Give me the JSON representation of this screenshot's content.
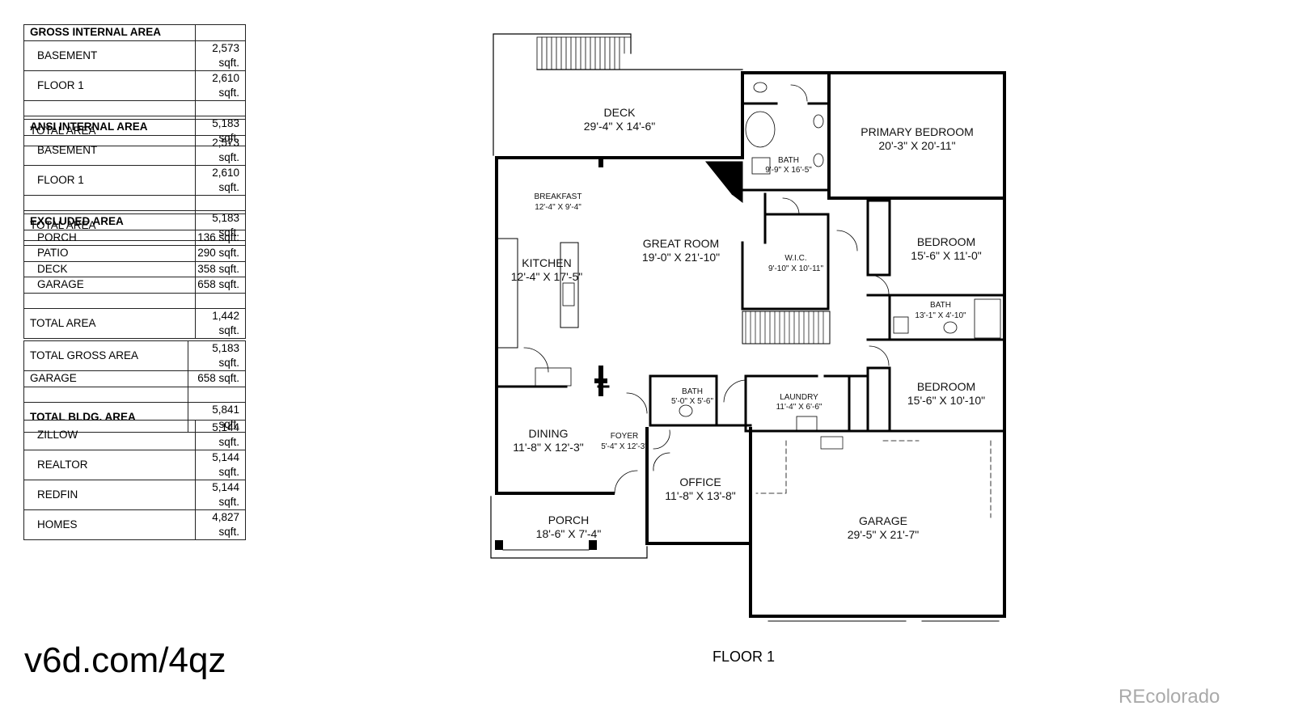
{
  "tables": {
    "gross": {
      "title": "GROSS INTERNAL AREA",
      "rows": [
        {
          "label": "BASEMENT",
          "value": "2,573 sqft."
        },
        {
          "label": "FLOOR 1",
          "value": "2,610 sqft."
        }
      ],
      "total_label": "TOTAL AREA",
      "total_value": "5,183 sqft."
    },
    "ansi": {
      "title": "ANSI INTERNAL AREA",
      "rows": [
        {
          "label": "BASEMENT",
          "value": "2,573 sqft."
        },
        {
          "label": "FLOOR 1",
          "value": "2,610 sqft."
        }
      ],
      "total_label": "TOTAL AREA",
      "total_value": "5,183 sqft."
    },
    "excluded": {
      "title": "EXCLUDED AREA",
      "rows": [
        {
          "label": "PORCH",
          "value": "136 sqft."
        },
        {
          "label": "PATIO",
          "value": "290 sqft."
        },
        {
          "label": "DECK",
          "value": "358 sqft."
        },
        {
          "label": "GARAGE",
          "value": "658 sqft."
        }
      ],
      "total_label": "TOTAL AREA",
      "total_value": "1,442 sqft."
    },
    "summary": {
      "rows": [
        {
          "label": "TOTAL GROSS AREA",
          "value": "5,183 sqft."
        },
        {
          "label": "GARAGE",
          "value": "658 sqft."
        }
      ],
      "total_label": "TOTAL BLDG. AREA",
      "total_value": "5,841 sqft."
    },
    "sites": {
      "rows": [
        {
          "label": "ZILLOW",
          "value": "5,144 sqft."
        },
        {
          "label": "REALTOR",
          "value": "5,144 sqft."
        },
        {
          "label": "REDFIN",
          "value": "5,144 sqft."
        },
        {
          "label": "HOMES",
          "value": "4,827 sqft."
        }
      ]
    }
  },
  "url": "v6d.com/4qz",
  "floor_label": "FLOOR 1",
  "brand": "REcolorado",
  "rooms": {
    "deck": {
      "name": "DECK",
      "dims": "29'-4\" X 14'-6\""
    },
    "primary_bedroom": {
      "name": "PRIMARY BEDROOM",
      "dims": "20'-3\" X 20'-11\""
    },
    "primary_bath": {
      "name": "BATH",
      "dims": "9'-9\" X 16'-5\""
    },
    "breakfast": {
      "name": "BREAKFAST",
      "dims": "12'-4\" X 9'-4\""
    },
    "great_room": {
      "name": "GREAT ROOM",
      "dims": "19'-0\" X 21'-10\""
    },
    "kitchen": {
      "name": "KITCHEN",
      "dims": "12'-4\" X 17'-5\""
    },
    "wic": {
      "name": "W.I.C.",
      "dims": "9'-10\" X 10'-11\""
    },
    "bedroom_2": {
      "name": "BEDROOM",
      "dims": "15'-6\" X 11'-0\""
    },
    "bath_2": {
      "name": "BATH",
      "dims": "13'-1\" X 4'-10\""
    },
    "bedroom_3": {
      "name": "BEDROOM",
      "dims": "15'-6\" X 10'-10\""
    },
    "half_bath": {
      "name": "BATH",
      "dims": "5'-0\" X 5'-6\""
    },
    "laundry": {
      "name": "LAUNDRY",
      "dims": "11'-4\" X 6'-6\""
    },
    "dining": {
      "name": "DINING",
      "dims": "11'-8\" X 12'-3\""
    },
    "foyer": {
      "name": "FOYER",
      "dims": "5'-4\" X 12'-3\""
    },
    "office": {
      "name": "OFFICE",
      "dims": "11'-8\" X 13'-8\""
    },
    "garage": {
      "name": "GARAGE",
      "dims": "29'-5\" X 21'-7\""
    },
    "porch": {
      "name": "PORCH",
      "dims": "18'-6\" X 7'-4\""
    }
  }
}
